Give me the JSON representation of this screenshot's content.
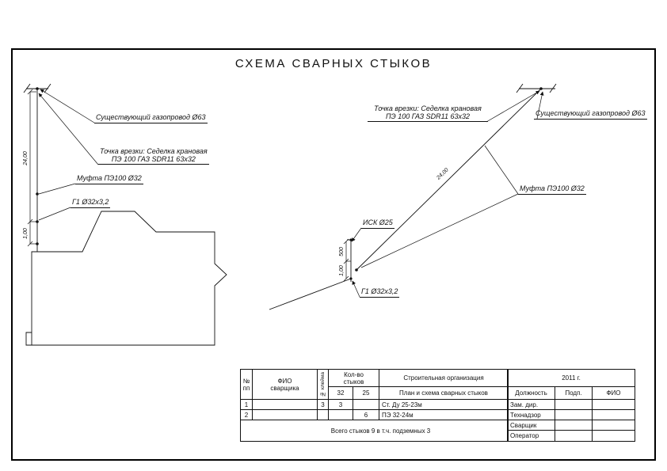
{
  "title": "СХЕМА СВАРНЫХ СТЫКОВ",
  "left_diagram": {
    "existing_pipeline": "Существующий газопровод Ø63",
    "tap_point_line1": "Точка врезки: Седелка крановая",
    "tap_point_line2": "ПЭ 100 ГАЗ SDR11 63х32",
    "coupling": "Муфта ПЭ100 Ø32",
    "pipe": "Г1 Ø32х3,2",
    "dim_main": "24,00",
    "dim_small": "1,00"
  },
  "right_diagram": {
    "tap_point_line1": "Точка врезки: Седелка крановая",
    "tap_point_line2": "ПЭ 100 ГАЗ SDR11 63х32",
    "existing_pipeline": "Существующий газопровод Ø63",
    "coupling": "Муфта ПЭ100 Ø32",
    "isk": "ИСК Ø25",
    "pipe": "Г1 Ø32х3,2",
    "dim_diagonal": "24,00",
    "dim_stub_top": "500",
    "dim_stub_bottom": "1,00"
  },
  "title_block": {
    "col_no": "№",
    "col_no2": "пп",
    "col_fio_1": "ФИО",
    "col_fio_2": "сварщика",
    "col_stamp": "№ клейма",
    "col_qty_1": "Кол-во",
    "col_qty_2": "стыков",
    "qty_32": "32",
    "qty_25": "25",
    "org": "Строительная организация",
    "plan": "План и схема сварных стыков",
    "year": "2011 г.",
    "col_position": "Должность",
    "col_sign": "Подп.",
    "col_fio": "ФИО",
    "rows": [
      {
        "no": "1",
        "fio": "",
        "stamp": "3",
        "q32": "3",
        "q25": "",
        "desc": "Ст. Ду 25-23м"
      },
      {
        "no": "2",
        "fio": "",
        "stamp": "",
        "q32": "",
        "q25": "6",
        "desc": "ПЭ 32-24м"
      }
    ],
    "positions": [
      "Зам. дир.",
      "Технадзор",
      "Сварщик",
      "Оператор"
    ],
    "total": "Всего стыков 9 в т.ч. подземных 3"
  }
}
